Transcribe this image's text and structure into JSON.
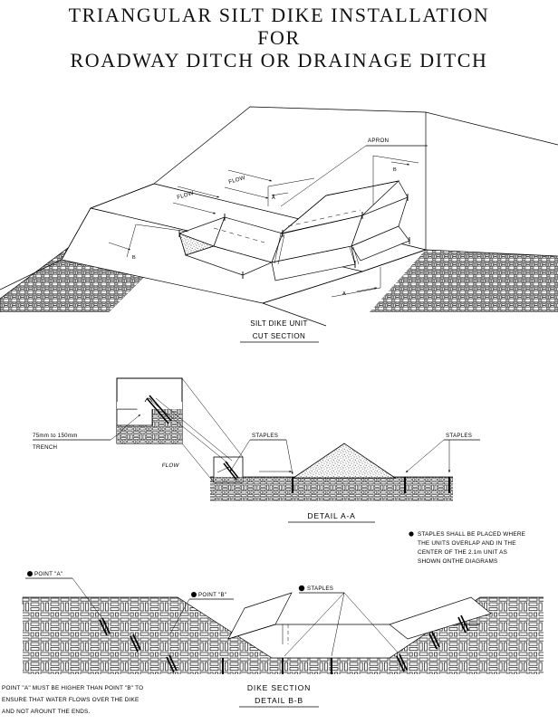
{
  "sheet": {
    "title": {
      "line1": "TRIANGULAR SILT DIKE INSTALLATION",
      "line2": "FOR",
      "line3": "ROADWAY DITCH OR DRAINAGE DITCH"
    }
  },
  "isometric": {
    "caption_line1": "SILT DIKE UNIT",
    "caption_line2": "CUT SECTION",
    "labels": {
      "apron": "APRON",
      "flow_1": "FLOW",
      "flow_2": "FLOW",
      "section_a_left": "A",
      "section_a_right": "A",
      "section_b_left": "B",
      "section_b_right": "B"
    }
  },
  "detail_aa": {
    "caption": "DETAIL A-A",
    "labels": {
      "trench_dim": "75mm  to  150mm",
      "trench_word": "TRENCH",
      "flow": "FLOW",
      "staples_left": "STAPLES",
      "staples_right": "STAPLES"
    }
  },
  "detail_bb": {
    "caption_line1": "DIKE SECTION",
    "caption_line2": "DETAIL B-B",
    "labels": {
      "point_a": "POINT \"A\"",
      "point_b": "POINT \"B\"",
      "staples": "STAPLES"
    },
    "note_staples": [
      "STAPLES SHALL BE PLACED  WHERE",
      "THE UNITS OVERLAP AND  IN  THE",
      "CENTER OF THE 2.1m  UNIT AS",
      "SHOWN  ONTHE DIAGRAMS"
    ],
    "note_points": [
      "POINT \"A\" MUST BE HIGHER THAN  POINT \"B\" TO",
      "ENSURE THAT WATER FLOWS OVER THE DIKE",
      "AND  NOT AROUNT THE ENDS."
    ]
  },
  "colors": {
    "ink": "#000000",
    "paper": "#ffffff",
    "stipple": "#9a9a9a"
  }
}
